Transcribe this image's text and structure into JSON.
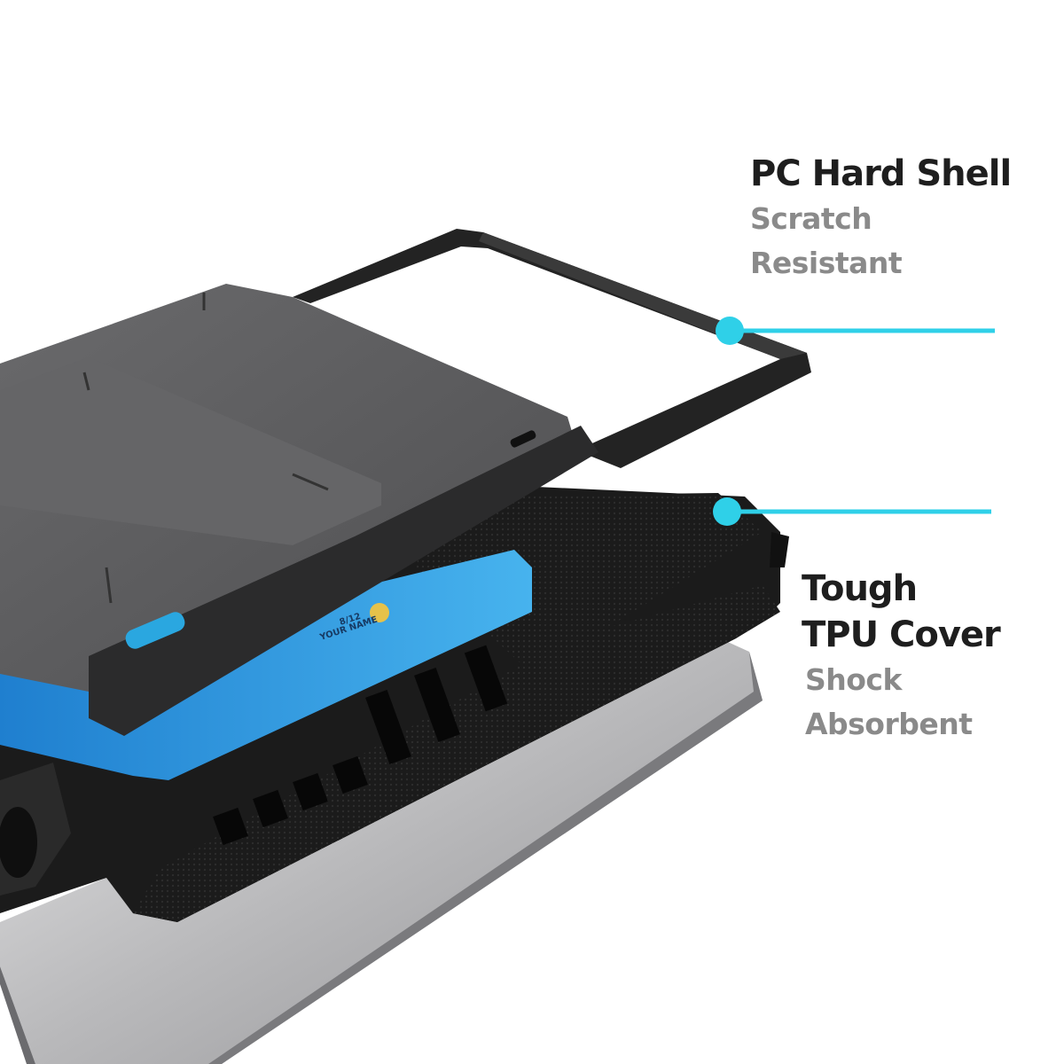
{
  "features": {
    "pc_shell": {
      "title": "PC Hard Shell",
      "sub_line1": "Scratch",
      "sub_line2": "Resistant"
    },
    "tpu_cover": {
      "title_line1": "Tough",
      "title_line2": "TPU Cover",
      "sub_line1": "Shock",
      "sub_line2": "Absorbent"
    }
  },
  "card": {
    "expiry": "8/12",
    "holder": "YOUR NAME"
  },
  "colors": {
    "accent_cyan": "#2fd0e8",
    "card_blue": "#2f9be0",
    "shell_gray": "#5c5c5e",
    "tpu_black": "#1a1a1a",
    "heading_text": "#1e1e1e",
    "sub_text": "#8a8a8a"
  }
}
